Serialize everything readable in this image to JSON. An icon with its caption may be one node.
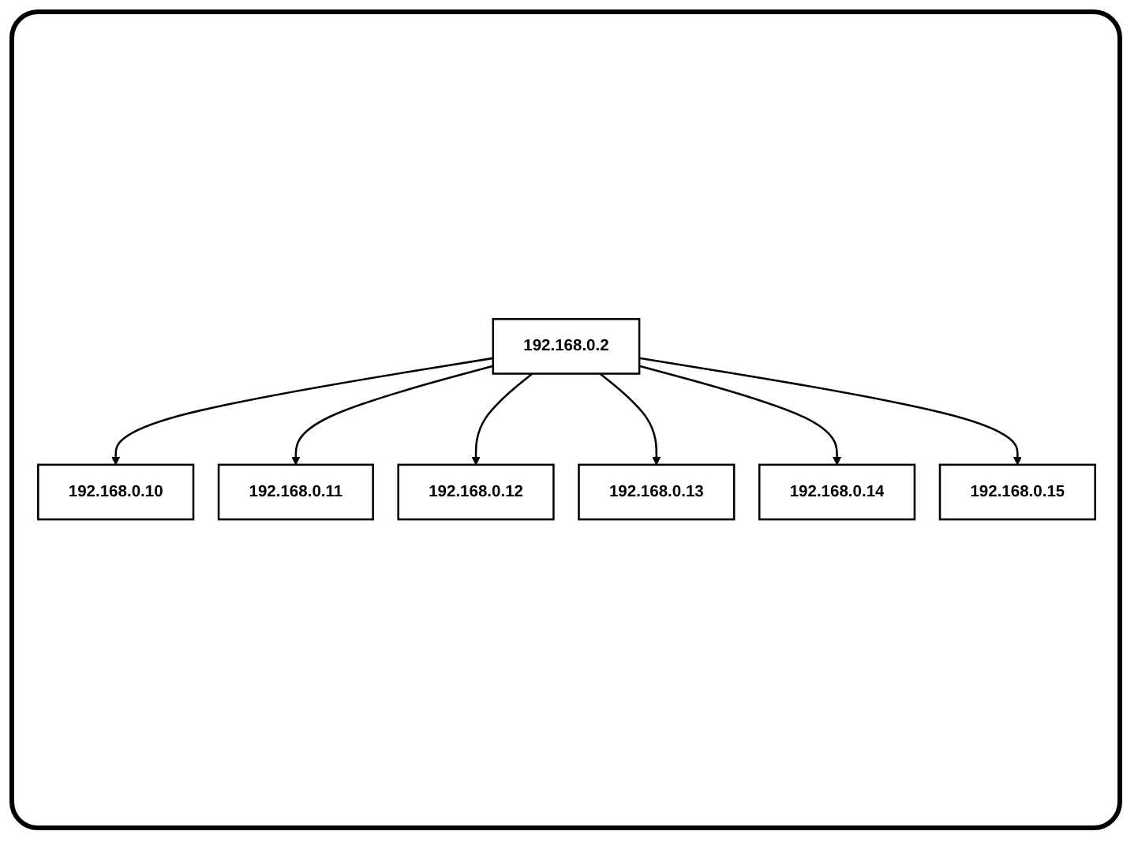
{
  "diagram": {
    "nodes": [
      {
        "text": [
          "192.168.0.10"
        ]
      },
      {
        "text": [
          "192.168.0.11"
        ]
      },
      {
        "text": [
          "192.168.0.12"
        ]
      },
      {
        "text": [
          "192.168.0.2"
        ]
      },
      {
        "text": [
          "192.168.0.13"
        ]
      },
      {
        "text": [
          "192.168.0.14"
        ]
      },
      {
        "text": [
          "192.168.0.15"
        ]
      }
    ],
    "edges": [
      {
        "from": 3,
        "to": 0,
        "arrow": "to"
      },
      {
        "from": 3,
        "to": 1,
        "arrow": "to"
      },
      {
        "from": 3,
        "to": 2,
        "arrow": "to"
      },
      {
        "from": 3,
        "to": 4,
        "arrow": "to"
      },
      {
        "from": 3,
        "to": 5,
        "arrow": "to"
      },
      {
        "from": 3,
        "to": 6,
        "arrow": "to"
      }
    ]
  }
}
